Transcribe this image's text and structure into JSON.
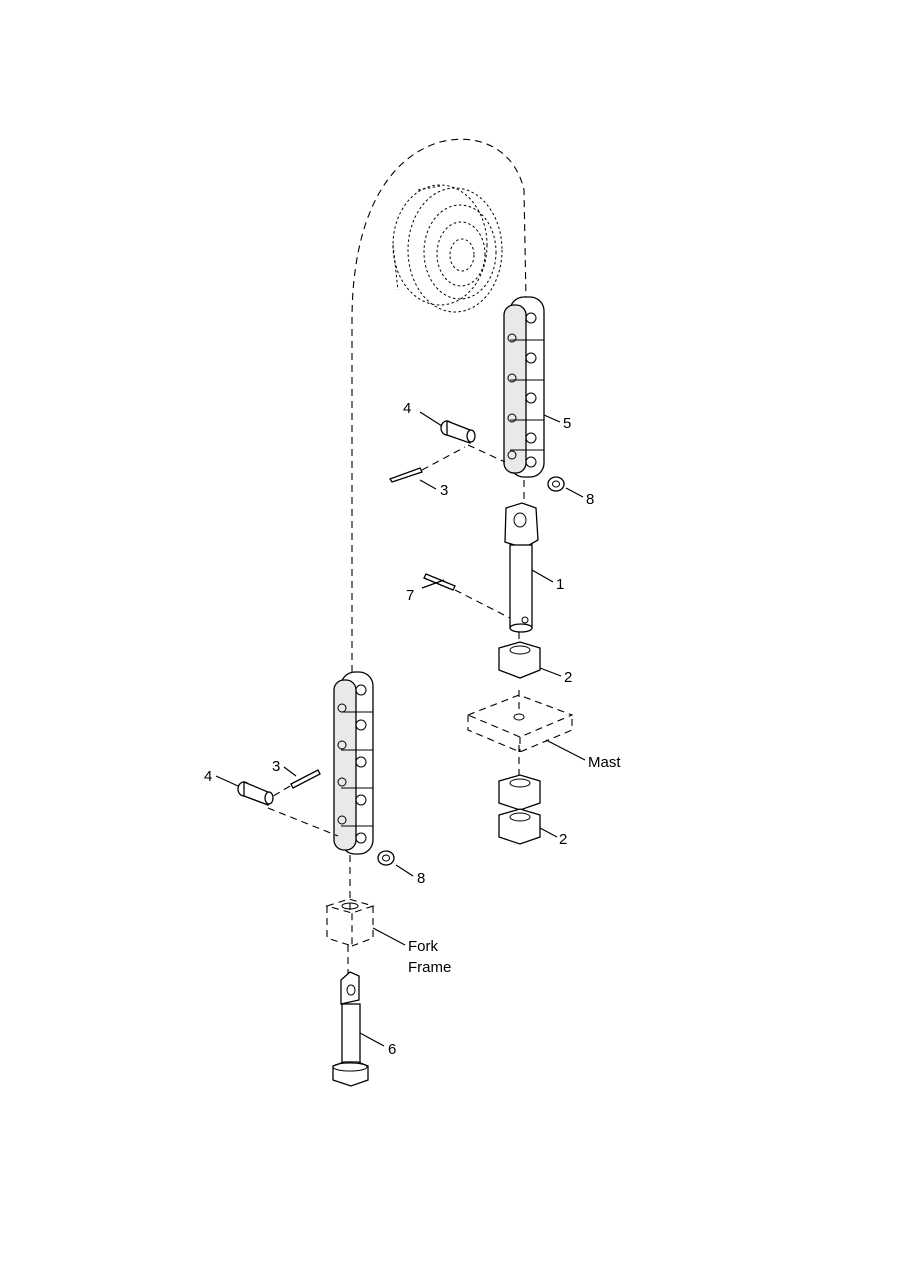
{
  "callouts": {
    "c1": "1",
    "c2a": "2",
    "c2b": "2",
    "c3a": "3",
    "c3b": "3",
    "c4a": "4",
    "c4b": "4",
    "c5": "5",
    "c6": "6",
    "c7": "7",
    "c8a": "8",
    "c8b": "8",
    "mast": "Mast",
    "fork_line1": "Fork",
    "fork_line2": "Frame"
  }
}
